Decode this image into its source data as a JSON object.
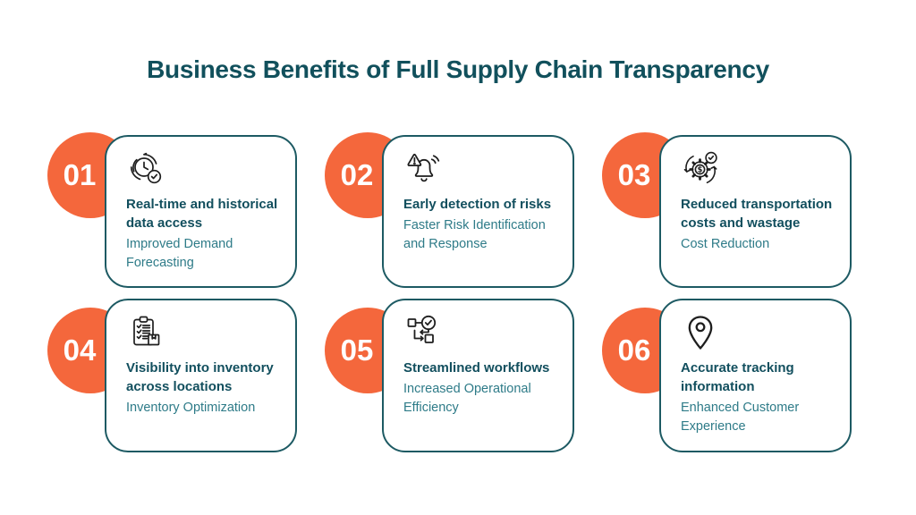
{
  "page": {
    "title": "Business Benefits of Full Supply Chain Transparency"
  },
  "colors": {
    "background": "#FFFFFF",
    "accent_orange": "#F4673C",
    "heading_teal": "#11505C",
    "card_border_teal": "#1D5A63",
    "card_title_teal": "#124F5E",
    "card_subtitle_teal": "#2E7B88",
    "icon_stroke": "#1E1E1E",
    "number_text": "#FFFFFF"
  },
  "cards": [
    {
      "number": "01",
      "icon": "realtime-clock-icon",
      "title": "Real-time and historical data access",
      "subtitle": "Improved Demand Forecasting"
    },
    {
      "number": "02",
      "icon": "alert-bell-icon",
      "title": "Early detection of risks",
      "subtitle": "Faster Risk Identification and Response"
    },
    {
      "number": "03",
      "icon": "cost-gear-icon",
      "title": "Reduced transportation costs and wastage",
      "subtitle": "Cost Reduction"
    },
    {
      "number": "04",
      "icon": "inventory-checklist-icon",
      "title": "Visibility into inventory across locations",
      "subtitle": "Inventory Optimization"
    },
    {
      "number": "05",
      "icon": "workflow-icon",
      "title": "Streamlined workflows",
      "subtitle": "Increased Operational Efficiency"
    },
    {
      "number": "06",
      "icon": "location-pin-icon",
      "title": "Accurate tracking information",
      "subtitle": "Enhanced Customer Experience"
    }
  ]
}
